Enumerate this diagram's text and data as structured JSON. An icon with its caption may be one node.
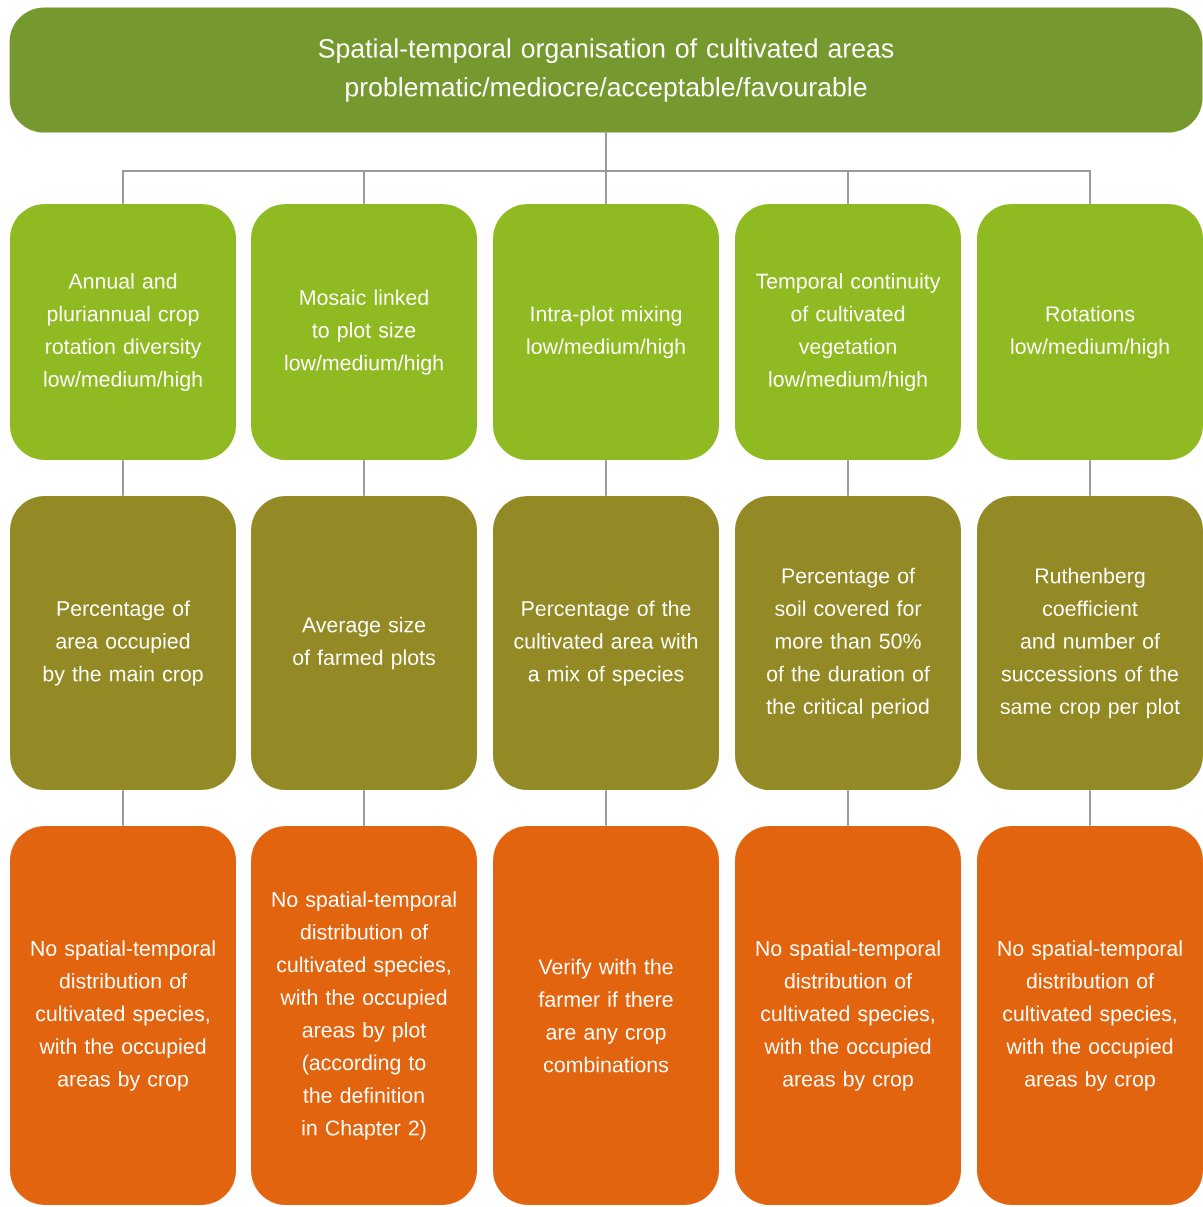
{
  "diagram": {
    "nodes": [
      {
        "text": [
          "Spatial-temporal organisation of cultivated areas",
          "problematic/mediocre/acceptable/favourable"
        ]
      },
      {
        "text": [
          "Annual and pluriannual crop rotation diversity",
          "low/medium/high"
        ]
      },
      {
        "text": [
          "Mosaic linked to plot size",
          "low/medium/high"
        ]
      },
      {
        "text": [
          "Intra-plot mixing",
          "low/medium/high"
        ]
      },
      {
        "text": [
          "Temporal continuity of cultivated vegetation",
          "low/medium/high"
        ]
      },
      {
        "text": [
          "Rotations",
          "low/medium/high"
        ]
      },
      {
        "text": [
          "Percentage of area occupied by the main crop"
        ]
      },
      {
        "text": [
          "Average size of farmed plots"
        ]
      },
      {
        "text": [
          "Percentage of the cultivated area with a mix of species"
        ]
      },
      {
        "text": [
          "Percentage of soil covered for more than 50% of the duration of the critical period"
        ]
      },
      {
        "text": [
          "Ruthenberg coefficient and number of successions of the same crop per plot"
        ]
      },
      {
        "text": [
          "No spatial-temporal distribution of cultivated species, with the occupied areas by crop"
        ]
      },
      {
        "text": [
          "No spatial-temporal distribution of cultivated species, with the occupied areas by plot (according to the definition in Chapter 2)"
        ]
      },
      {
        "text": [
          "Verify with the farmer if there are any crop combinations"
        ]
      },
      {
        "text": [
          "No spatial-temporal distribution of cultivated species, with the occupied areas by crop"
        ]
      },
      {
        "text": [
          "No spatial-temporal distribution of cultivated species, with the occupied areas by crop"
        ]
      }
    ],
    "edges": [
      {
        "from": 0,
        "to": 1,
        "arrow": "none"
      },
      {
        "from": 0,
        "to": 2,
        "arrow": "none"
      },
      {
        "from": 0,
        "to": 3,
        "arrow": "none"
      },
      {
        "from": 0,
        "to": 4,
        "arrow": "none"
      },
      {
        "from": 0,
        "to": 5,
        "arrow": "none"
      },
      {
        "from": 1,
        "to": 6,
        "arrow": "none"
      },
      {
        "from": 2,
        "to": 7,
        "arrow": "none"
      },
      {
        "from": 3,
        "to": 8,
        "arrow": "none"
      },
      {
        "from": 4,
        "to": 9,
        "arrow": "none"
      },
      {
        "from": 5,
        "to": 10,
        "arrow": "none"
      },
      {
        "from": 6,
        "to": 11,
        "arrow": "none"
      },
      {
        "from": 7,
        "to": 12,
        "arrow": "none"
      },
      {
        "from": 8,
        "to": 13,
        "arrow": "none"
      },
      {
        "from": 9,
        "to": 14,
        "arrow": "none"
      },
      {
        "from": 10,
        "to": 15,
        "arrow": "none"
      }
    ]
  }
}
